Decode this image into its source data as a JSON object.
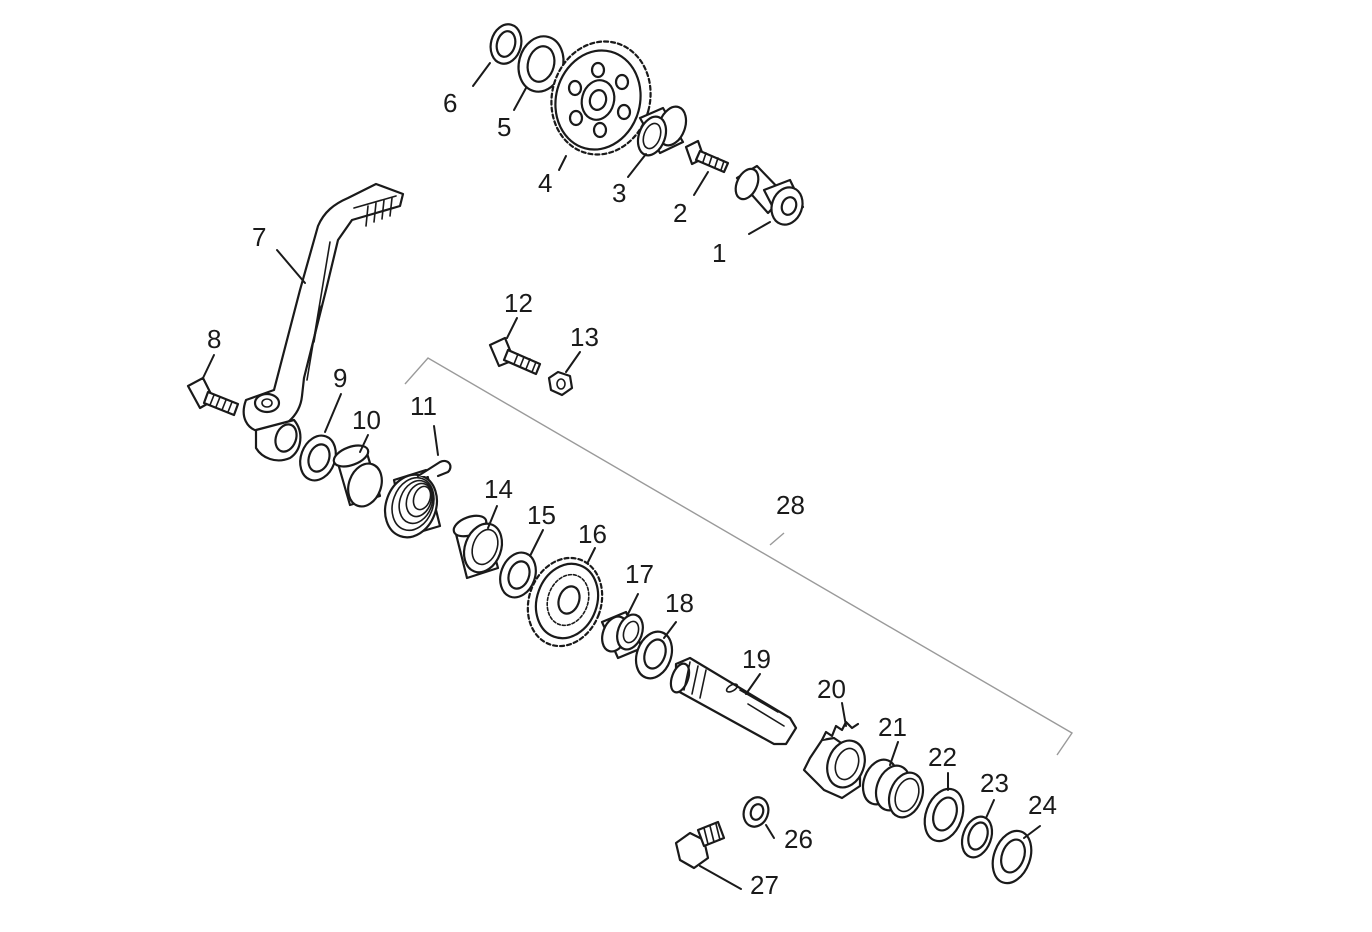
{
  "parts": [
    {
      "key": "p1",
      "label": "1"
    },
    {
      "key": "p2",
      "label": "2"
    },
    {
      "key": "p3",
      "label": "3"
    },
    {
      "key": "p4",
      "label": "4"
    },
    {
      "key": "p5",
      "label": "5"
    },
    {
      "key": "p6",
      "label": "6"
    },
    {
      "key": "p7",
      "label": "7"
    },
    {
      "key": "p8",
      "label": "8"
    },
    {
      "key": "p9",
      "label": "9"
    },
    {
      "key": "p10",
      "label": "10"
    },
    {
      "key": "p11",
      "label": "11"
    },
    {
      "key": "p12",
      "label": "12"
    },
    {
      "key": "p13",
      "label": "13"
    },
    {
      "key": "p14",
      "label": "14"
    },
    {
      "key": "p15",
      "label": "15"
    },
    {
      "key": "p16",
      "label": "16"
    },
    {
      "key": "p17",
      "label": "17"
    },
    {
      "key": "p18",
      "label": "18"
    },
    {
      "key": "p19",
      "label": "19"
    },
    {
      "key": "p20",
      "label": "20"
    },
    {
      "key": "p21",
      "label": "21"
    },
    {
      "key": "p22",
      "label": "22"
    },
    {
      "key": "p23",
      "label": "23"
    },
    {
      "key": "p24",
      "label": "24"
    },
    {
      "key": "p26",
      "label": "26"
    },
    {
      "key": "p27",
      "label": "27"
    },
    {
      "key": "p28",
      "label": "28"
    }
  ]
}
